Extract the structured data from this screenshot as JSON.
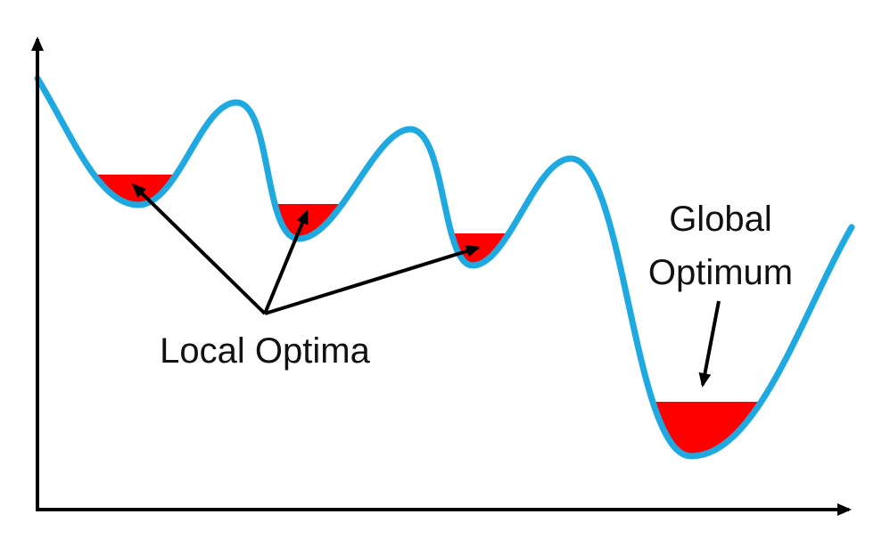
{
  "labels": {
    "local": "Local Optima",
    "global_line1": "Global",
    "global_line2": "Optimum"
  },
  "colors": {
    "curve": "#1ea9e1",
    "basin_fill": "#ff0000",
    "axis": "#000000",
    "arrow": "#000000"
  }
}
